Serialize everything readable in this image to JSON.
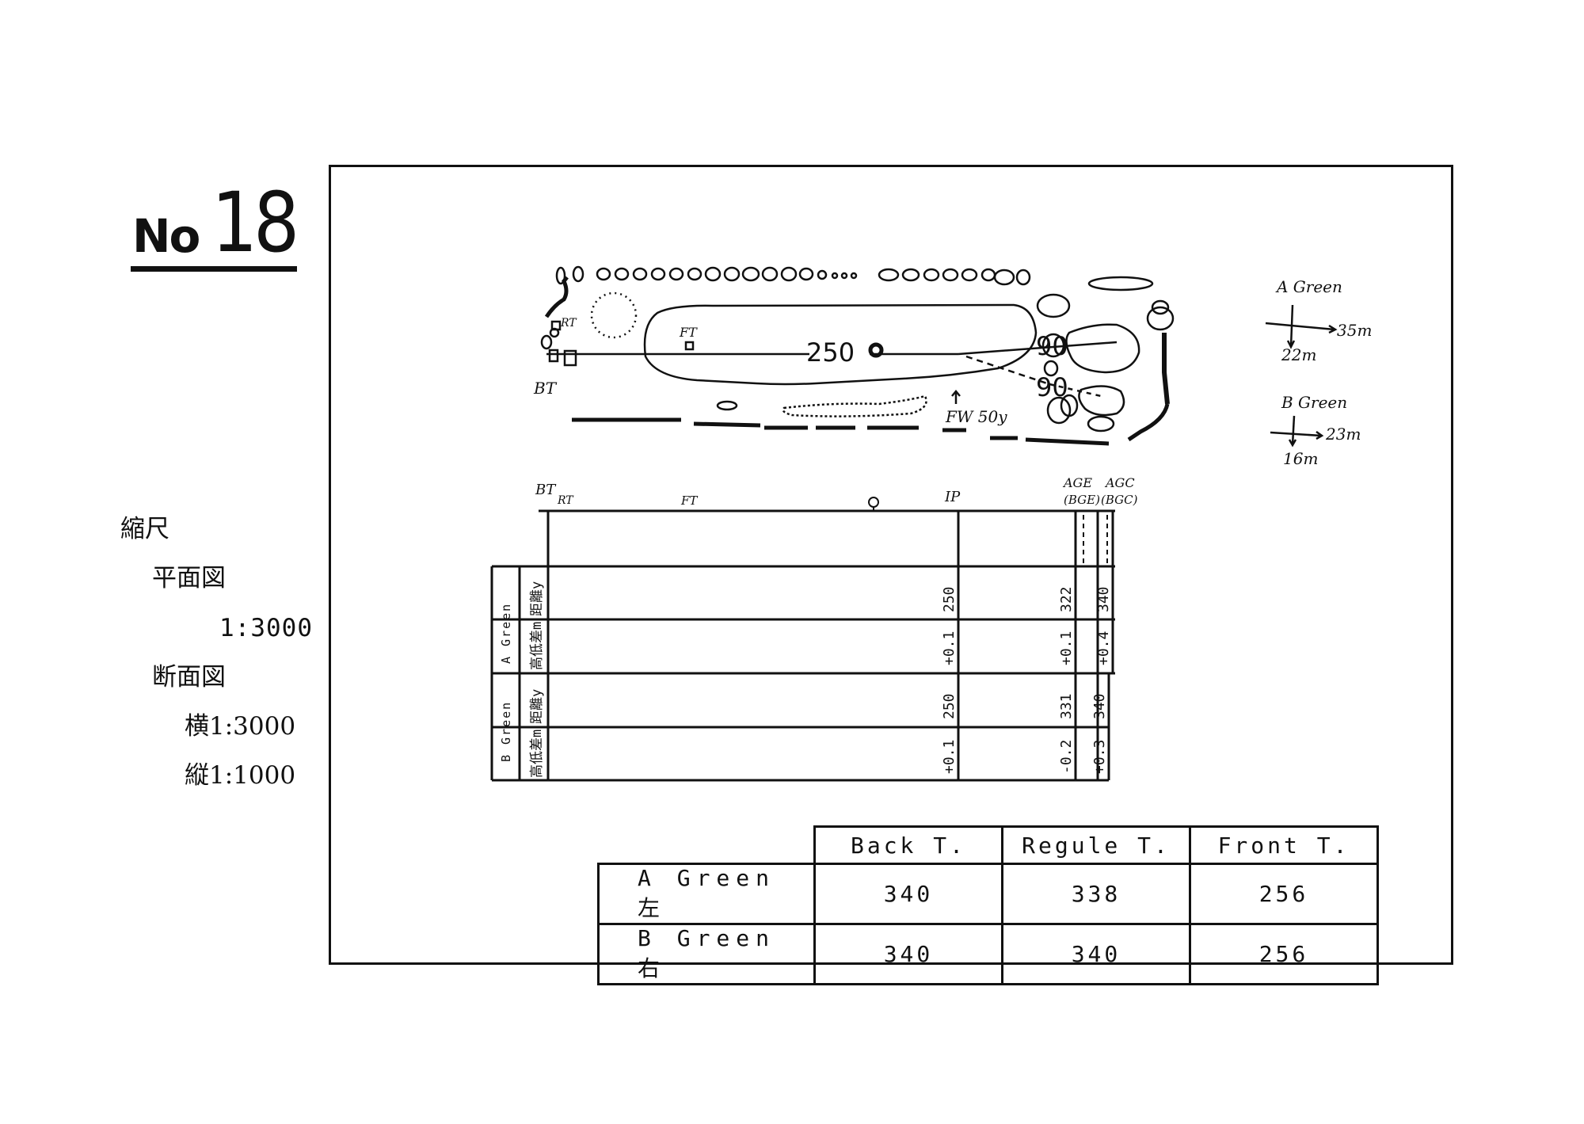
{
  "hole": {
    "prefix": "No",
    "number": "18"
  },
  "scale": {
    "heading": "縮尺",
    "plan_label": "平面図",
    "plan_ratio": "1:3000",
    "section_label": "断面図",
    "horizontal": "横1:3000",
    "vertical": "縦1:1000"
  },
  "plan": {
    "bt": "BT",
    "rt": "RT",
    "ft": "FT",
    "distance_250": "250",
    "distance_90a": "90",
    "distance_90b": "90",
    "fw_label": "FW 50y"
  },
  "green_dims": {
    "a_title": "A Green",
    "a_width": "35m",
    "a_depth": "22m",
    "b_title": "B Green",
    "b_width": "23m",
    "b_depth": "16m"
  },
  "profile": {
    "bt": "BT",
    "rt": "RT",
    "ft": "FT",
    "ip": "IP",
    "age": "AGE",
    "bge": "(BGE)",
    "agc": "AGC",
    "bgc": "(BGC)",
    "a_group": "A Green",
    "b_group": "B Green",
    "dist_label": "距離y",
    "elev_label": "高低差m",
    "a_dist": [
      "250",
      "322",
      "340"
    ],
    "a_elev": [
      "+0.1",
      "+0.1",
      "+0.4"
    ],
    "b_dist": [
      "250",
      "331",
      "340"
    ],
    "b_elev": [
      "+0.1",
      "-0.2",
      "+0.3"
    ]
  },
  "yardage": {
    "headers": [
      "Back T.",
      "Regule T.",
      "Front T."
    ],
    "rows": [
      {
        "label": "A Green 左",
        "values": [
          "340",
          "338",
          "256"
        ]
      },
      {
        "label": "B Green 右",
        "values": [
          "340",
          "340",
          "256"
        ]
      }
    ]
  }
}
